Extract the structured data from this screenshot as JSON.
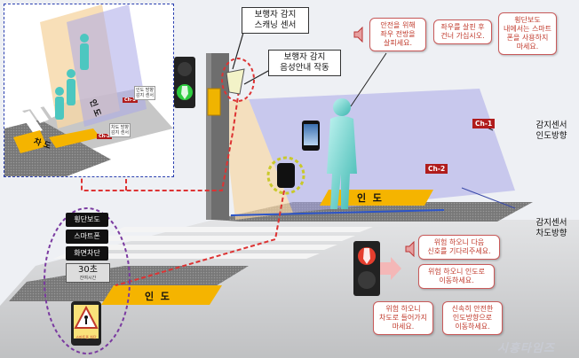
{
  "inset": {
    "road_label": "차 도",
    "sidewalk_label": "인 도",
    "ch1": {
      "badge": "Ch-1",
      "text": "인도 방향\n감지 센서"
    },
    "ch2": {
      "badge": "Ch-2",
      "text": "차도 방향\n감지 센서"
    }
  },
  "scanner_label": {
    "line1": "보행자 감지",
    "line2": "스캐닝 센서"
  },
  "voice_label": {
    "line1": "보행자 감지",
    "line2": "음성안내 작동"
  },
  "top_callouts": [
    {
      "text": "안전을 위해\n좌우 전방을\n살피세요."
    },
    {
      "text": "좌우를 살핀 후\n건너 가십시오."
    },
    {
      "text": "횡단보도\n내에서는 스마트\n폰을 사용하지\n마세요."
    }
  ],
  "ch1_main": {
    "badge": "Ch-1",
    "label": "감지센서\n인도방향"
  },
  "ch2_main": {
    "badge": "Ch-2",
    "label": "감지센서\n차도방향"
  },
  "crosswalk": {
    "sidewalk_top": "인  도",
    "sidewalk_bottom": "인  도"
  },
  "left_panel": {
    "line1": "횡단보도",
    "line2": "스마트폰",
    "line3": "화면차단",
    "timer": "30초",
    "timer_sub": "잔여시간",
    "phone_warning": "스마트폰 차단"
  },
  "bottom_callouts": [
    {
      "text": "위험 하오니 다음\n신호를 기다리주세요."
    },
    {
      "text": "위험 하오니 인도로\n이동하세요."
    },
    {
      "text": "위험 하오니\n차도로 들어가지\n마세요."
    },
    {
      "text": "신속히 안전한\n인도방향으로\n이동하세요."
    }
  ],
  "watermark": "시흥타임즈",
  "colors": {
    "signal_green": "#2ecc40",
    "signal_red": "#e53e2e",
    "badge_red": "#b01c1c",
    "sidewalk_yellow": "#f5b400"
  },
  "icons": [
    "speaker-icon",
    "pedestrian-figure",
    "smartphone-icon",
    "traffic-signal"
  ]
}
